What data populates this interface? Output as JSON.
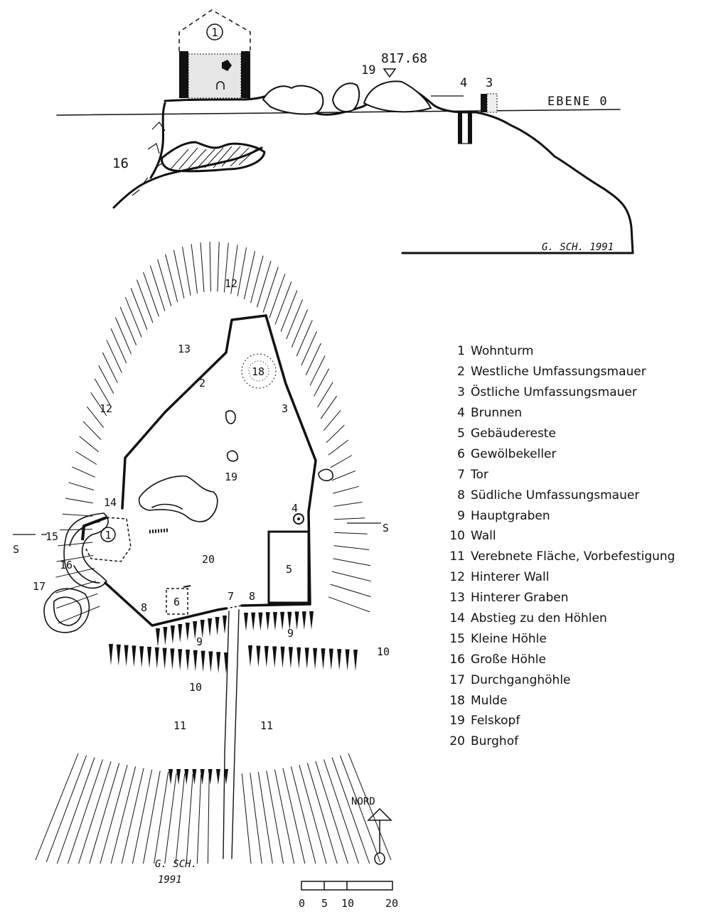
{
  "section": {
    "tower_label": "1",
    "peak_number": "19",
    "elevation": "817.68",
    "well_number": "4",
    "wall_number": "3",
    "level_label": "EBENE  0",
    "cave_number": "16",
    "signature": "G. SCH. 1991"
  },
  "plan": {
    "labels": {
      "n1": "1",
      "n2": "2",
      "n3": "3",
      "n4": "4",
      "n5": "5",
      "n6": "6",
      "n7": "7",
      "n8a": "8",
      "n8b": "8",
      "n9a": "9",
      "n9b": "9",
      "n10a": "10",
      "n10b": "10",
      "n11a": "11",
      "n11b": "11",
      "n12a": "12",
      "n12b": "12",
      "n13": "13",
      "n14": "14",
      "n15": "15",
      "n16": "16",
      "n17": "17",
      "n18": "18",
      "n19": "19",
      "n20": "20"
    },
    "section_mark_left": "S",
    "section_mark_right": "S",
    "north_label": "NORD",
    "signature_line1": "G. SCH.",
    "signature_line2": "1991",
    "scale_labels": [
      "0",
      "5",
      "10",
      "20"
    ]
  },
  "legend": [
    {
      "num": "1",
      "text": "Wohnturm"
    },
    {
      "num": "2",
      "text": "Westliche Umfassungsmauer"
    },
    {
      "num": "3",
      "text": "Östliche Umfassungsmauer"
    },
    {
      "num": "4",
      "text": "Brunnen"
    },
    {
      "num": "5",
      "text": "Gebäudereste"
    },
    {
      "num": "6",
      "text": "Gewölbekeller"
    },
    {
      "num": "7",
      "text": "Tor"
    },
    {
      "num": "8",
      "text": "Südliche Umfassungsmauer"
    },
    {
      "num": "9",
      "text": "Hauptgraben"
    },
    {
      "num": "10",
      "text": "Wall"
    },
    {
      "num": "11",
      "text": "Verebnete Fläche, Vorbefestigung"
    },
    {
      "num": "12",
      "text": "Hinterer Wall"
    },
    {
      "num": "13",
      "text": "Hinterer Graben"
    },
    {
      "num": "14",
      "text": "Abstieg zu den Höhlen"
    },
    {
      "num": "15",
      "text": "Kleine Höhle"
    },
    {
      "num": "16",
      "text": "Große Höhle"
    },
    {
      "num": "17",
      "text": "Durchganghöhle"
    },
    {
      "num": "18",
      "text": "Mulde"
    },
    {
      "num": "19",
      "text": "Felskopf"
    },
    {
      "num": "20",
      "text": "Burghof"
    }
  ]
}
